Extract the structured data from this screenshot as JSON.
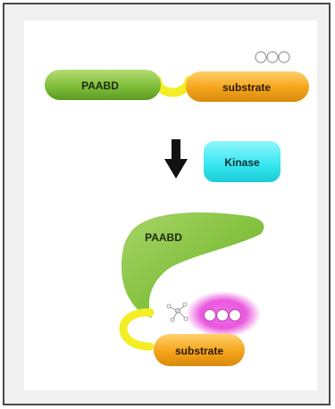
{
  "diagram": {
    "top_row": {
      "domain_label": "PAABD",
      "substrate_label": "substrate"
    },
    "enzyme_label": "Kinase",
    "bottom": {
      "domain_label": "PAABD",
      "substrate_label": "substrate"
    },
    "colors": {
      "domain_green": "#7fbf3a",
      "substrate_orange": "#f4a41a",
      "linker_yellow": "#f3ee25",
      "kinase_cyan": "#33e6f0",
      "glow_magenta": "#e63ad8",
      "arrow_black": "#111111"
    },
    "icons": [
      "phosphate-group-icon",
      "amino-acid-circles-icon",
      "down-arrow-icon"
    ]
  }
}
